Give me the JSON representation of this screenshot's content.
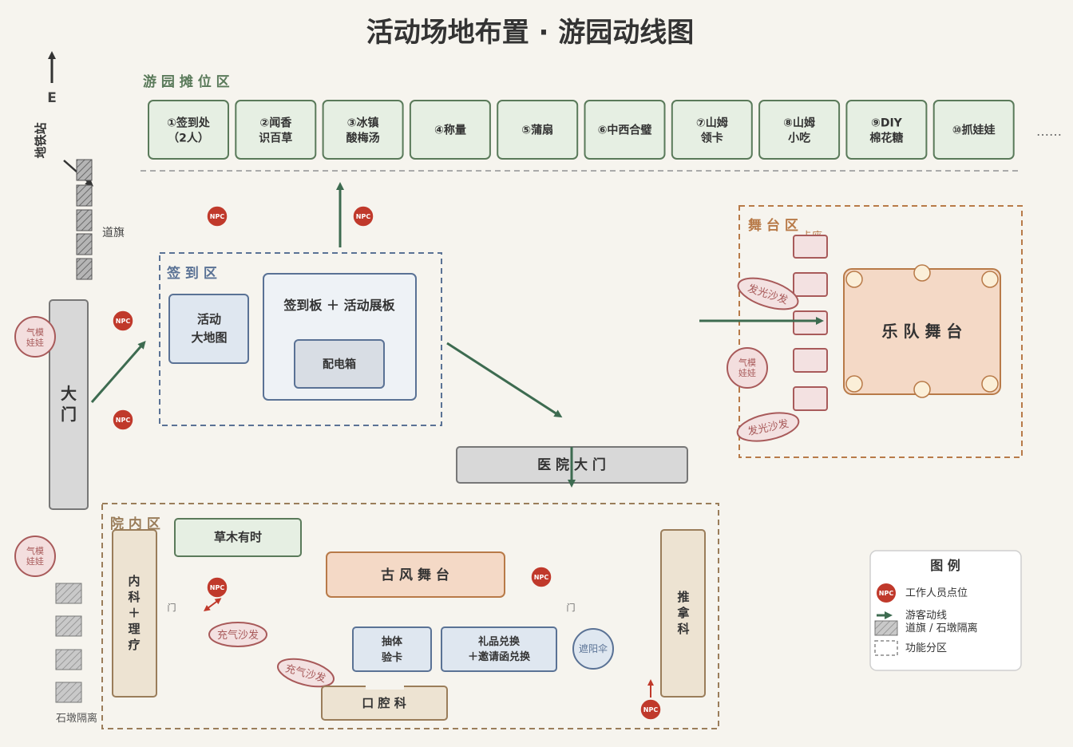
{
  "title": "活动场地布置 · 游园动线图",
  "compass": {
    "label": "E"
  },
  "metro": "地铁站",
  "flag_label": "道旗",
  "stone_label": "石墩隔离",
  "main_gate": [
    "大",
    "门"
  ],
  "npc_text": "NPC",
  "balloon_doll": [
    "气模",
    "娃娃"
  ],
  "booth_zone": {
    "title": "游 园 摊 位 区",
    "booths": [
      [
        "①签到处",
        "（2人）"
      ],
      [
        "②闻香",
        "识百草"
      ],
      [
        "③冰镇",
        "酸梅汤"
      ],
      [
        "④称量"
      ],
      [
        "⑤蒲扇"
      ],
      [
        "⑥中西合璧"
      ],
      [
        "⑦山姆",
        "领卡"
      ],
      [
        "⑧山姆",
        "小吃"
      ],
      [
        "⑨DIY",
        "棉花糖"
      ],
      [
        "⑩抓娃娃"
      ]
    ],
    "more": "……"
  },
  "checkin_zone": {
    "title": "签 到 区",
    "map": [
      "活动",
      "大地图"
    ],
    "board": "签到板 ＋ 活动展板",
    "power_box": "配电箱"
  },
  "hospital_gate": "医 院 大 门",
  "stage_zone": {
    "title": "舞 台 区",
    "booth_seat": "卡座",
    "glow_sofa": "发光沙发",
    "band_stage": "乐 队 舞 台"
  },
  "inner_zone": {
    "title": "院 内 区",
    "herbs": "草木有时",
    "internal_med": [
      "内",
      "科",
      "＋",
      "理",
      "疗"
    ],
    "door": "门",
    "inflatable_sofa": "充气沙发",
    "ancient_stage": "古 风 舞 台",
    "body_check": [
      "抽体",
      "验卡"
    ],
    "gift_exchange": [
      "礼品兑换",
      "＋邀请函兑换"
    ],
    "parasol": "遮阳伞",
    "dental": "口 腔 科",
    "massage": [
      "推",
      "拿",
      "科"
    ]
  },
  "legend": {
    "title": "图  例",
    "items": [
      "工作人员点位",
      "游客动线",
      "道旗 / 石墩隔离",
      "功能分区"
    ]
  }
}
